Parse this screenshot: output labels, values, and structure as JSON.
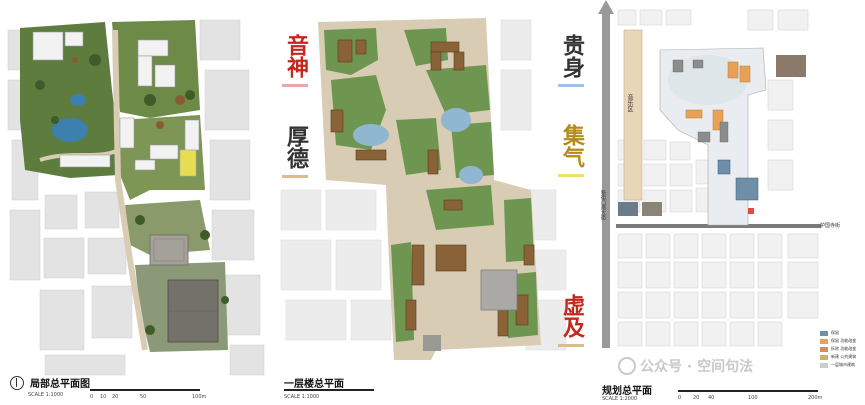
{
  "panels": [
    {
      "title": "局部总平面图",
      "scale_label": "SCALE 1:1000",
      "ticks": [
        "0",
        "10",
        "20",
        "50",
        "100m"
      ]
    },
    {
      "title": "一层楼总平面",
      "scale_label": "SCALE 1:1000",
      "ticks": []
    },
    {
      "title": "规划总平面",
      "scale_label": "SCALE 1:2000",
      "ticks": [
        "0",
        "20",
        "40",
        "100",
        "200m"
      ]
    }
  ],
  "vertical_chars": {
    "left": [
      "音神",
      "厚德"
    ],
    "right": [
      "贵身",
      "集气",
      "虚及"
    ]
  },
  "accent_colors": {
    "pink": "#e9a8a8",
    "blue": "#9cc3e6",
    "yellow": "#f2e06a",
    "tan": "#d9bd8a",
    "red_title": "#c4281c",
    "gold_title": "#b38a1c"
  },
  "planning": {
    "road_vertical": "新街口南大街",
    "road_horizontal": "护国寺街",
    "district_label": "音乐区",
    "legend": [
      {
        "color": "#6f8fa8",
        "label": "保留"
      },
      {
        "color": "#e8a157",
        "label": "保留 功能改变"
      },
      {
        "color": "#d98a5e",
        "label": "拆除 功能改变"
      },
      {
        "color": "#c9b26f",
        "label": "新建 公共建筑"
      },
      {
        "color": "#cccccc",
        "label": "一层城市建筑"
      }
    ]
  },
  "watermark": "公众号 · 空间句法"
}
